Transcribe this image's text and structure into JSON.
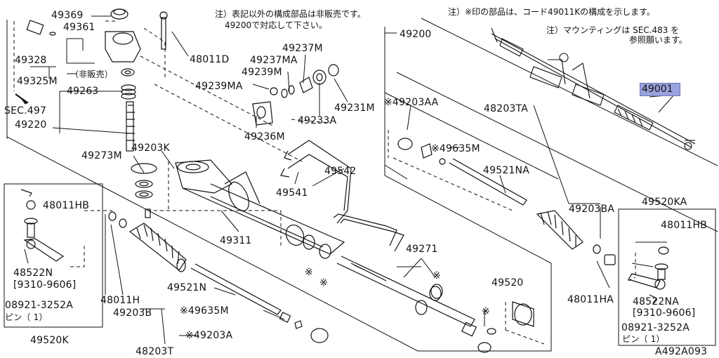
{
  "notes": {
    "top_left_line1": "注）表記以外の構成部品は非販売です。",
    "top_left_line2": "49200で対応して下さい。",
    "top_right_line1": "注）※印の部品は、コード49011Kの構成を示します。",
    "top_right_line2": "注）マウンティングは SEC.483 を",
    "top_right_line3": "参照願います。"
  },
  "labels": {
    "p49369": "49369",
    "p49361": "49361",
    "p48011D": "48011D",
    "p49328": "49328",
    "p49325M": "49325M",
    "nonsale": "（非販売）",
    "p49263": "49263",
    "sec497": "SEC.497",
    "p49220": "49220",
    "p49273M": "49273M",
    "p49203K": "49203K",
    "p49237M": "49237M",
    "p49237MA": "49237MA",
    "p49239M": "49239M",
    "p49239MA": "49239MA",
    "p49236M": "49236M",
    "p49233A": "49233A",
    "p49231M": "49231M",
    "p49200": "49200",
    "p49001": "49001",
    "p49203AA": "※49203AA",
    "p48203TA": "48203TA",
    "p49635M_r": "※49635M",
    "p49521NA": "49521NA",
    "p49542": "49542",
    "p49541": "49541",
    "p49311": "49311",
    "p49203BA": "49203BA",
    "p49520KA": "49520KA",
    "p48011HB_l": "48011HB",
    "p48011HB_r": "48011HB",
    "p48522N": "48522N",
    "p48522N_range": "[9310-9606]",
    "p48522NA": "48522NA",
    "p48522NA_range": "[9310-9606]",
    "p08921_l": "08921-3252A",
    "pin_l": "ピン（ 1）",
    "p08921_r": "08921-3252A",
    "pin_r": "ピン（ 1）",
    "p49520K": "49520K",
    "p48011H": "48011H",
    "p49203B": "49203B",
    "p48203T": "48203T",
    "p49521N": "49521N",
    "p49635M_l": "※49635M",
    "p49203A": "※49203A",
    "p49271": "49271",
    "p49520": "49520",
    "p48011HA": "48011HA",
    "star1": "※",
    "star2": "※",
    "star3": "※",
    "star4": "※",
    "diagram_code": "A492A093"
  },
  "colors": {
    "ink": "#111111",
    "highlight": "#9aa3dc"
  }
}
